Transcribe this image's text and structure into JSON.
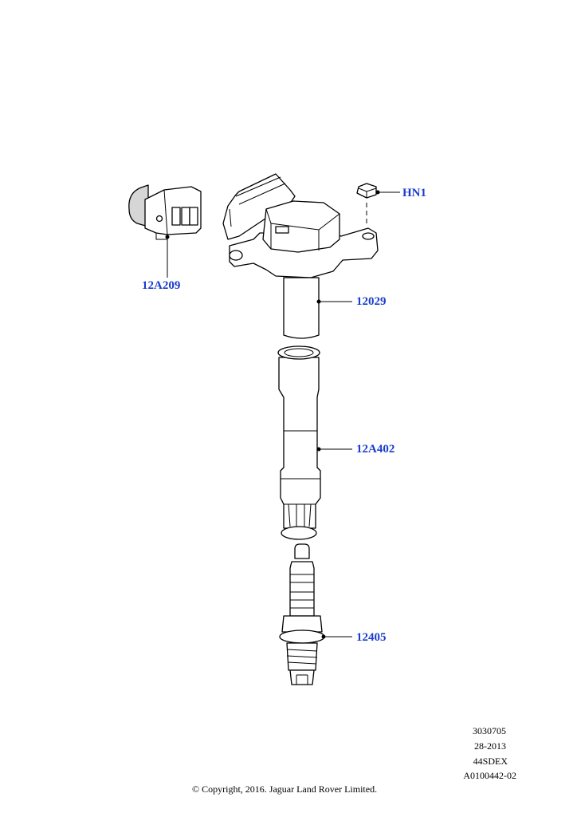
{
  "callouts": {
    "hn1": "HN1",
    "connector": "12A209",
    "coil": "12029",
    "boot": "12A402",
    "spark_plug": "12405"
  },
  "meta": {
    "line1": "3030705",
    "line2": "28-2013",
    "line3": "44SDEX",
    "line4": "A0100442-02"
  },
  "copyright": "© Copyright, 2016. Jaguar Land Rover Limited.",
  "colors": {
    "callout": "#1a3ccc",
    "line": "#000000",
    "shade": "#d6d6d6"
  }
}
